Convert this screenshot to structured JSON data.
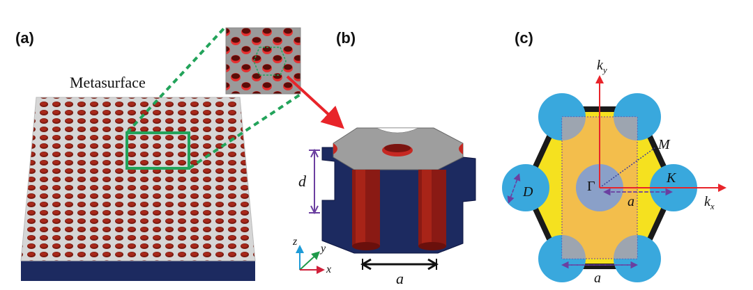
{
  "panels": {
    "a": {
      "label": "(a)",
      "caption": "Metasurface"
    },
    "b": {
      "label": "(b)",
      "thickness_symbol": "d",
      "period_symbol": "a",
      "axes": {
        "x": "x",
        "y": "y",
        "z": "z"
      }
    },
    "c": {
      "label": "(c)",
      "kx_base": "k",
      "kx_sub": "x",
      "ky_base": "k",
      "ky_sub": "y",
      "gamma": "Γ",
      "point_M": "M",
      "point_K": "K",
      "diameter": "D",
      "period_inner": "a",
      "period_bottom": "a"
    }
  },
  "colors": {
    "hole": "#7a1a10",
    "hole_bright": "#e63030",
    "surface": "#d6d6d6",
    "substrate": "#1c2a60",
    "zoom_box": "#22a35a",
    "arrow_red": "#e8242a",
    "cylinder_blue": "#39a8dd",
    "hexagon_fill": "#f5e11f",
    "rect_fill": "#f2b755",
    "dashed_purple": "#6b3fa0"
  }
}
